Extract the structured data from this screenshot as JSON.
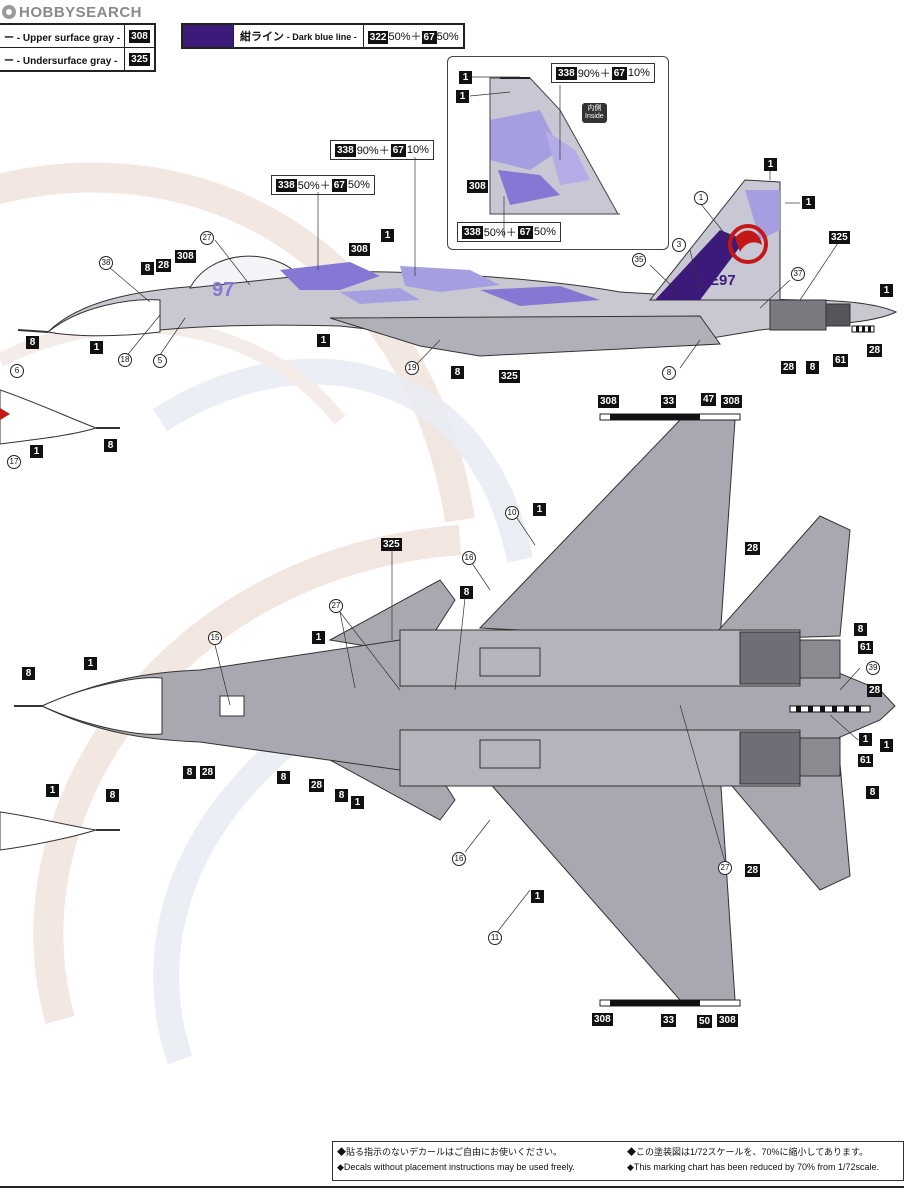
{
  "watermark": "HOBBYSEARCH",
  "legend": {
    "rows": [
      {
        "label": "ー - Upper surface gray -",
        "code": "308"
      },
      {
        "label": "ー - Undersurface gray -",
        "code": "325"
      }
    ],
    "dark_blue": {
      "jp": "紺ライン",
      "en": "- Dark blue line -",
      "code_a": "322",
      "pct_a": "50%＋",
      "code_b": "67",
      "pct_b": "50%",
      "swatch_color": "#3c1a7a"
    }
  },
  "mixes": [
    {
      "code_a": "338",
      "pct_a": "90%＋",
      "code_b": "67",
      "pct_b": "10%"
    },
    {
      "code_a": "338",
      "pct_a": "50%＋",
      "code_b": "67",
      "pct_b": "50%"
    },
    {
      "code_a": "338",
      "pct_a": "90%＋",
      "code_b": "67",
      "pct_b": "10%"
    },
    {
      "code_a": "338",
      "pct_a": "50%＋",
      "code_b": "67",
      "pct_b": "50%"
    }
  ],
  "inside_badge": {
    "jp": "内側",
    "en": "Inside"
  },
  "side_markings": {
    "nose_number": "97",
    "tail_code": "PE97"
  },
  "labels": {
    "c1": "1",
    "c3": "3",
    "c5": "5",
    "c6": "6",
    "c8": "8",
    "c10": "10",
    "c11": "11",
    "c15": "15",
    "c16": "16",
    "c17": "17",
    "c18": "18",
    "c19": "19",
    "c27": "27",
    "c35": "35",
    "c37": "37",
    "c38": "38",
    "c39": "39",
    "b1": "1",
    "b8": "8",
    "b28": "28",
    "b33": "33",
    "b47": "47",
    "b50": "50",
    "b61": "61",
    "b308": "308",
    "b325": "325"
  },
  "footer": {
    "left_jp": "◆貼る指示のないデカールはご自由にお使いください。",
    "left_en": "◆Decals without placement instructions may be used freely.",
    "right_jp": "◆この塗装図は1/72スケールを、70%に縮小してあります。",
    "right_en": "◆This marking chart has been reduced by 70% from 1/72scale."
  },
  "colors": {
    "upper_gray": "#c4c4cc",
    "under_gray": "#a8a8b0",
    "blue_light": "#a59ee0",
    "blue_mid": "#8478d4",
    "dark_blue": "#3c1a7a",
    "red": "#c41818"
  }
}
